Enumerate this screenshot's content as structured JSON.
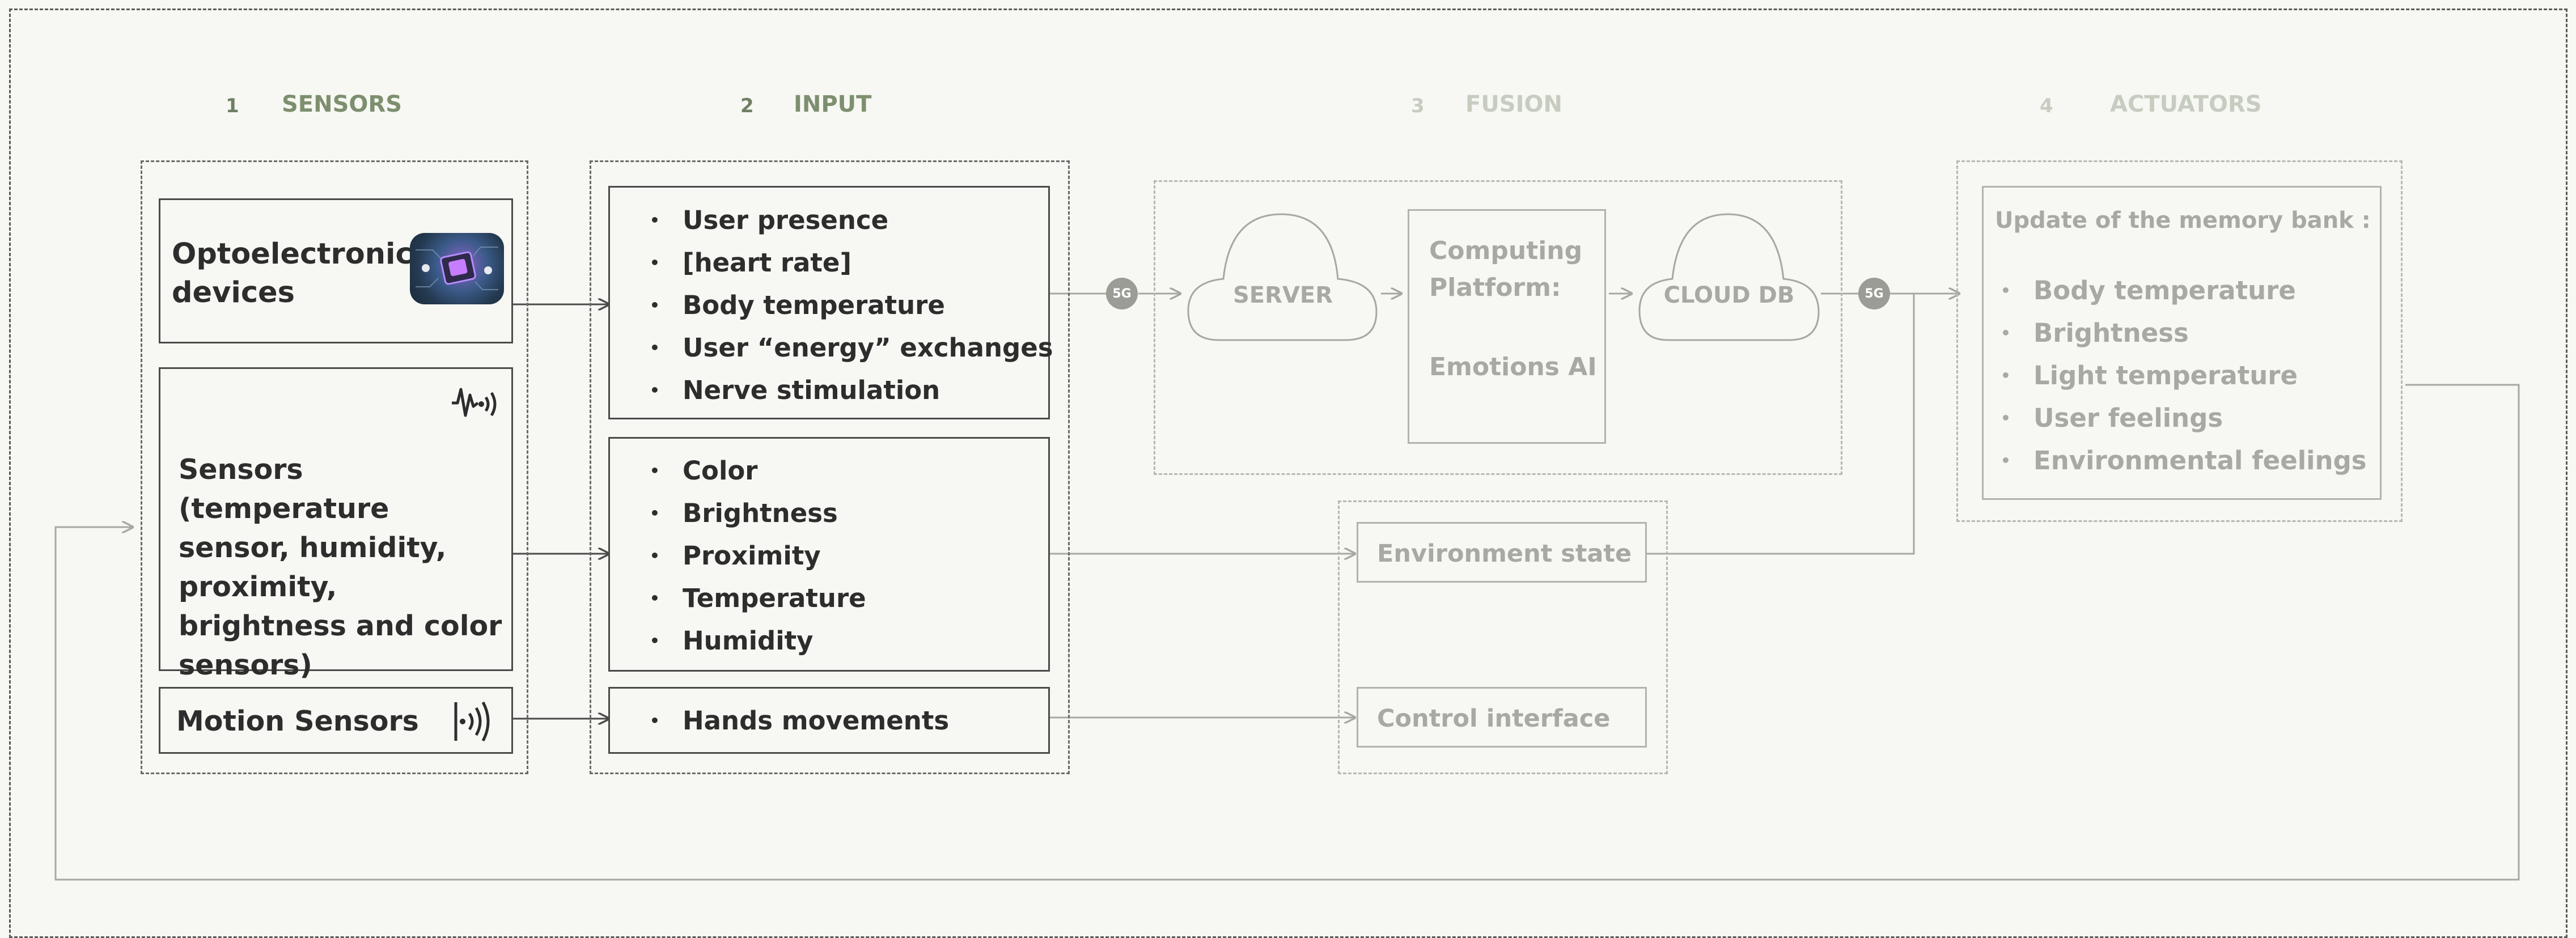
{
  "headers": {
    "sensors": {
      "num": "1",
      "label": "SENSORS"
    },
    "input": {
      "num": "2",
      "label": "INPUT"
    },
    "fusion": {
      "num": "3",
      "label": "FUSION"
    },
    "actuators": {
      "num": "4",
      "label": "ACTUATORS"
    }
  },
  "sensors": {
    "optoelectronic": "Optoelectronic devices",
    "environmental": "Sensors (temperature sensor, humidity, proximity, brightness and color sensors)",
    "motion": "Motion Sensors"
  },
  "input": {
    "group1": [
      "User presence",
      "[heart rate]",
      "Body temperature",
      "User “energy” exchanges",
      "Nerve stimulation"
    ],
    "group2": [
      "Color",
      "Brightness",
      "Proximity",
      "Temperature",
      "Humidity"
    ],
    "group3": [
      "Hands movements"
    ]
  },
  "fusion": {
    "server": "SERVER",
    "computing_platform": "Computing Platform:",
    "emotions_ai": "Emotions AI",
    "cloud_db": "CLOUD DB",
    "environment_state": "Environment state",
    "control_interface": "Control interface"
  },
  "badges": {
    "left": "5G",
    "right": "5G"
  },
  "actuators": {
    "title": "Update of the memory bank :",
    "items": [
      "Body temperature",
      "Brightness",
      "Light temperature",
      "User feelings",
      "Environmental feelings"
    ]
  },
  "icons": {
    "optoelectronic_image": "optoelectronic-chip-image",
    "heartbeat": "heartbeat-wave-icon",
    "motion": "motion-wave-icon"
  }
}
